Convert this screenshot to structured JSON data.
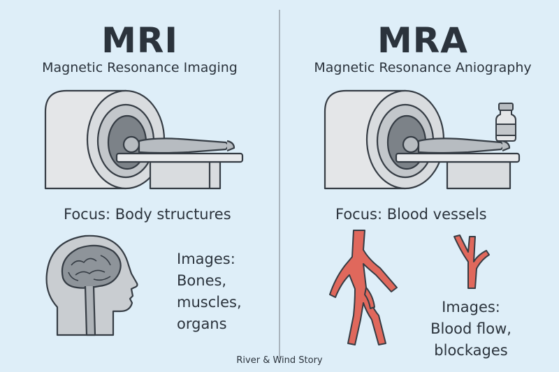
{
  "left": {
    "title": "MRI",
    "subtitle": "Magnetic Resonance Imaging",
    "focus": "Focus: Body structures",
    "images_lines": [
      "Images:",
      "Bones,",
      "muscles,",
      "organs"
    ]
  },
  "right": {
    "title": "MRA",
    "subtitle": "Magnetic Resonance Aniography",
    "focus": "Focus: Blood vessels",
    "images_lines": [
      "Images:",
      "Blood flow,",
      "blockages"
    ]
  },
  "credit": "River & Wind Story",
  "colors": {
    "background": "#deeef8",
    "scanner": "#d9dcdf",
    "outline": "#353c44",
    "vessel": "#e0685c",
    "head": "#c9cdd1",
    "brain": "#8e949a"
  }
}
